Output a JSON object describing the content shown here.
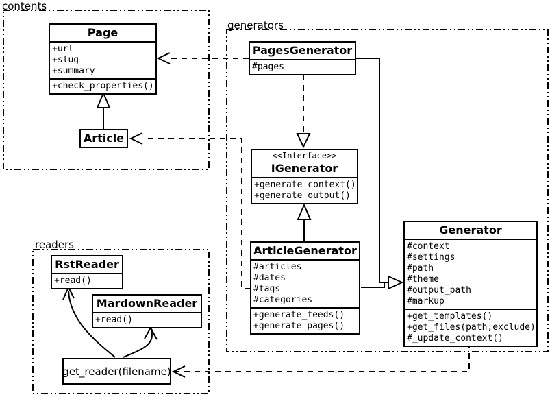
{
  "diagram": {
    "type": "uml-class-diagram",
    "ink_color": "#000000",
    "paper_color": "#ffffff"
  },
  "packages": {
    "contents": {
      "label": "contents"
    },
    "generators": {
      "label": "generators"
    },
    "readers": {
      "label": "readers"
    }
  },
  "classes": {
    "page": {
      "title": "Page",
      "attributes": [
        "+url",
        "+slug",
        "+summary"
      ],
      "methods": [
        "+check_properties()"
      ]
    },
    "article": {
      "title": "Article"
    },
    "pages_generator": {
      "title": "PagesGenerator",
      "attributes": [
        "#pages"
      ]
    },
    "igenerator": {
      "stereotype": "<<Interface>>",
      "title": "IGenerator",
      "methods": [
        "+generate_context()",
        "+generate_output()"
      ]
    },
    "article_generator": {
      "title": "ArticleGenerator",
      "attributes": [
        "#articles",
        "#dates",
        "#tags",
        "#categories"
      ],
      "methods": [
        "+generate_feeds()",
        "+generate_pages()"
      ]
    },
    "generator": {
      "title": "Generator",
      "attributes": [
        "#context",
        "#settings",
        "#path",
        "#theme",
        "#output_path",
        "#markup"
      ],
      "methods": [
        "+get_templates()",
        "+get_files(path,exclude)",
        "#_update_context()"
      ]
    },
    "rst_reader": {
      "title": "RstReader",
      "methods": [
        "+read()"
      ]
    },
    "mardown_reader": {
      "title": "MardownReader",
      "methods": [
        "+read()"
      ]
    }
  },
  "functions": {
    "get_reader": {
      "label": "get_reader(filename)"
    }
  }
}
